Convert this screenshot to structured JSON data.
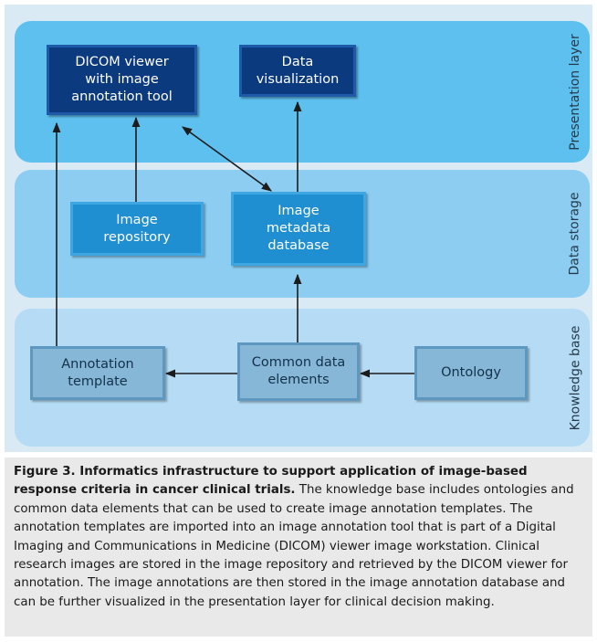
{
  "diagram": {
    "layers": {
      "presentation": "Presentation layer",
      "storage": "Data storage",
      "knowledge": "Knowledge base"
    },
    "boxes": {
      "dicom_viewer": "DICOM viewer\nwith image\nannotation tool",
      "data_visualization": "Data\nvisualization",
      "image_repository": "Image\nrepository",
      "image_metadata_database": "Image\nmetadata\ndatabase",
      "annotation_template": "Annotation\ntemplate",
      "common_data_elements": "Common data\nelements",
      "ontology": "Ontology"
    },
    "colors": {
      "dark_box": "#0b3a7e",
      "mid_box": "#1f8fd2",
      "light_box": "#86b7d7",
      "presentation_layer": "#5ec0ee",
      "storage_layer": "#8ccdf1",
      "knowledge_layer": "#b5dcf4"
    }
  },
  "caption": {
    "title": "Figure 3. Informatics infrastructure to support application of image-based response criteria in cancer clinical trials.",
    "body": " The knowledge base includes ontologies and common data elements that can be used to create image annotation templates. The annotation templates are imported into an image annotation tool that is part of a Digital Imaging and Communications in Medicine (DICOM) viewer image workstation. Clinical research images are stored in the image repository and retrieved by the DICOM viewer for annotation. The image annotations are then stored in the image annotation database and can be further visualized in the presentation layer for clinical decision making."
  }
}
